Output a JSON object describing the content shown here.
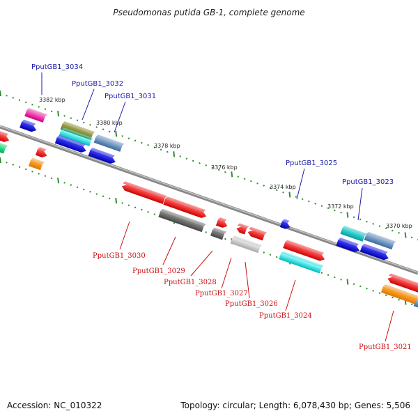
{
  "title": "Pseudomonas putida GB-1, complete genome",
  "footer": {
    "accession": "Accession: NC_010322",
    "summary": "Topology: circular; Length: 6,078,430 bp; Genes: 5,506"
  },
  "scale_labels": [
    "3382 kbp",
    "3380 kbp",
    "3378 kbp",
    "3376 kbp",
    "3374 kbp",
    "3372 kbp",
    "3370 kbp"
  ],
  "top_labels": [
    "PputGB1_3034",
    "PputGB1_3032",
    "PputGB1_3031",
    "PputGB1_3025",
    "PputGB1_3023"
  ],
  "bottom_labels": [
    "PputGB1_3030",
    "PputGB1_3029",
    "PputGB1_3028",
    "PputGB1_3027",
    "PputGB1_3026",
    "PputGB1_3024",
    "PputGB1_3021"
  ],
  "colors": {
    "top_label": "#1a1aaa",
    "bottom_label": "#cc1111",
    "backbone": "#888888",
    "tick": "#2f8f2f"
  }
}
